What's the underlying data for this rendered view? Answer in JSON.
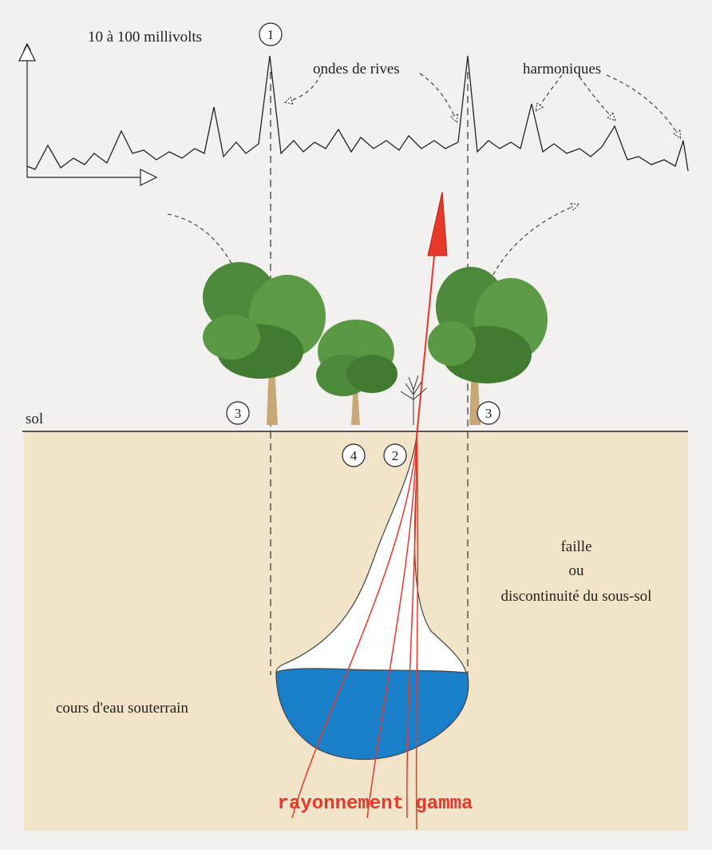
{
  "labels": {
    "scale": "10 à 100 millivolts",
    "bank_waves": "ondes de rives",
    "harmonics": "harmoniques",
    "ground": "sol",
    "fault_line1": "faille",
    "fault_line2": "ou",
    "fault_line3": "discontinuité du sous-sol",
    "stream": "cours d'eau souterrain",
    "gamma": "rayonnement gamma"
  },
  "markers": {
    "m1": "1",
    "m2": "2",
    "m3_left": "3",
    "m3_right": "3",
    "m4": "4"
  },
  "colors": {
    "soil": "#f1e4c8",
    "water": "#1a7fc9",
    "ray": "#e8382a",
    "foliage": "#4e8a3c",
    "trunk": "#c9a878",
    "gamma_text": "#e8382a"
  }
}
